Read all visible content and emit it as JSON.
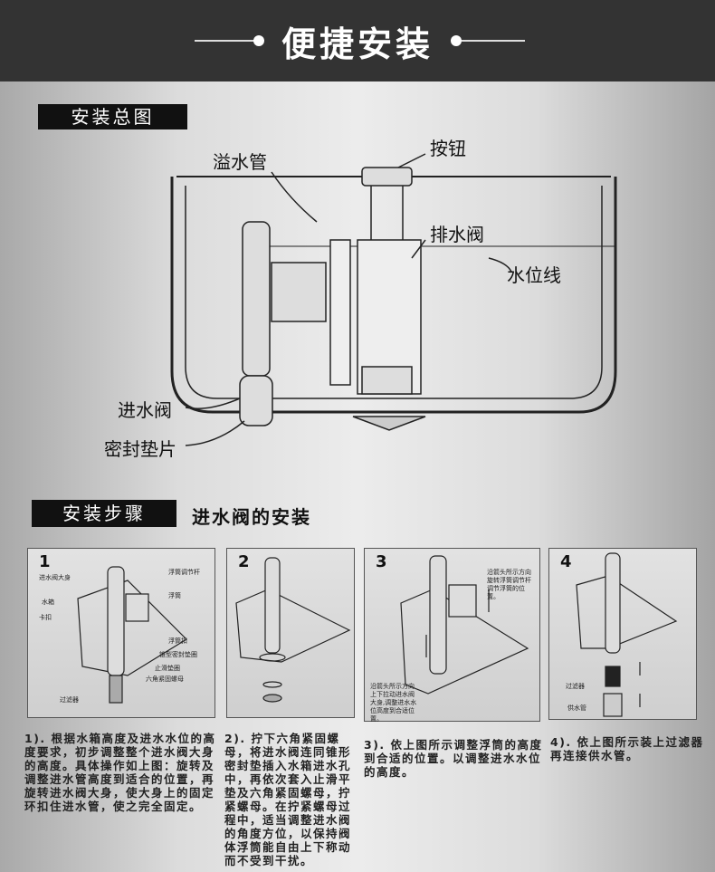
{
  "header": {
    "title": "便捷安装"
  },
  "overview": {
    "tag": "安装总图",
    "labels": {
      "overflow_pipe": "溢水管",
      "button": "按钮",
      "drain_valve": "排水阀",
      "water_line": "水位线",
      "inlet_valve": "进水阀",
      "seal_gasket": "密封垫片"
    }
  },
  "steps_section": {
    "tag": "安装步骤",
    "subtitle": "进水阀的安装"
  },
  "panels": [
    {
      "number": "1",
      "labels": [
        "进水阀大身",
        "水箱",
        "卡扣",
        "浮筒调节杆",
        "浮筒",
        "浮筒扣",
        "锥型密封垫圈",
        "止滑垫圈",
        "六角紧固螺母",
        "过滤器"
      ]
    },
    {
      "number": "2"
    },
    {
      "number": "3",
      "labels": [
        "沿箭头所示方向旋转浮筒调节杆调节浮筒的位置。",
        "沿箭头所示方向上下拉动进水阀大身,调整进水水位高度到合适位置。"
      ]
    },
    {
      "number": "4",
      "labels": [
        "过滤器",
        "供水管"
      ]
    }
  ],
  "step_texts": [
    "1). 根据水箱高度及进水水位的高度要求，初步调整整个进水阀大身的高度。具体操作如上图：旋转及调整进水管高度到适合的位置，再旋转进水阀大身，使大身上的固定环扣住进水管，使之完全固定。",
    "2). 拧下六角紧固螺母，将进水阀连同锥形密封垫插入水箱进水孔中，再依次套入止滑平垫及六角紧固螺母，拧紧螺母。在拧紧螺母过程中，适当调整进水阀的角度方位，以保持阀体浮筒能自由上下称动而不受到干扰。",
    "3). 依上图所示调整浮筒的高度到合适的位置。以调整进水水位的高度。",
    "4). 依上图所示装上过滤器再连接供水管。"
  ]
}
